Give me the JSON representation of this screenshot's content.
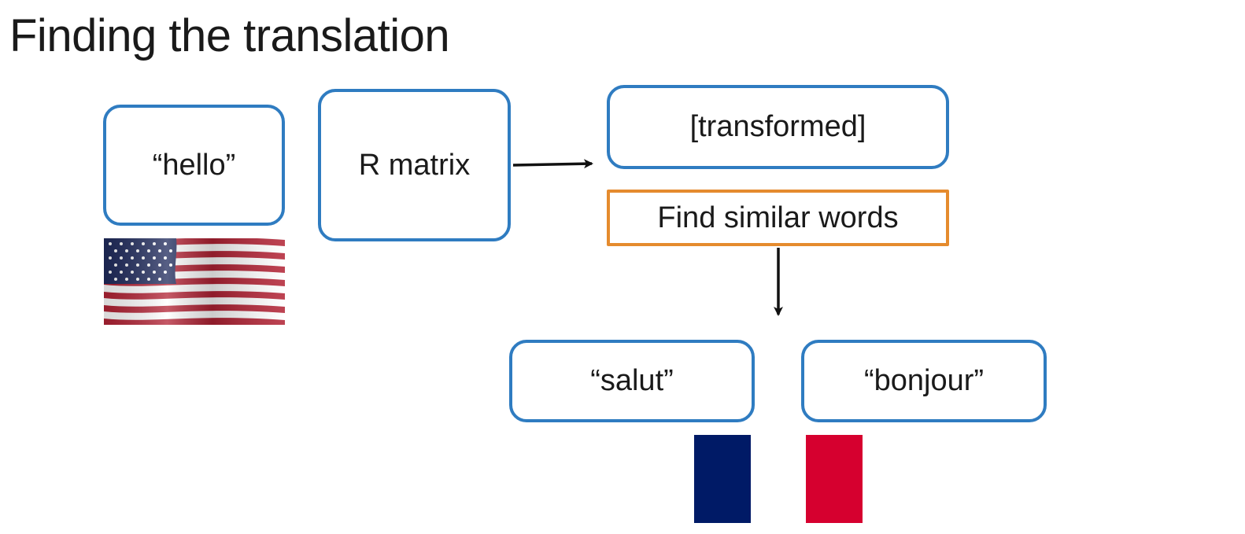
{
  "title": "Finding the translation",
  "boxes": {
    "hello": "“hello”",
    "r_matrix": "R matrix",
    "transformed": "[transformed]",
    "find_similar": "Find similar words",
    "salut": "“salut”",
    "bonjour": "“bonjour”"
  },
  "colors": {
    "box_border": "#2f7cc1",
    "highlight_border": "#e58b2e",
    "french_blue": "#001a66",
    "french_red": "#d6002f",
    "us_red": "#b22234",
    "us_blue": "#1f2a5c"
  },
  "icons": {
    "source_language": "us-flag",
    "target_language": "french-flag"
  }
}
